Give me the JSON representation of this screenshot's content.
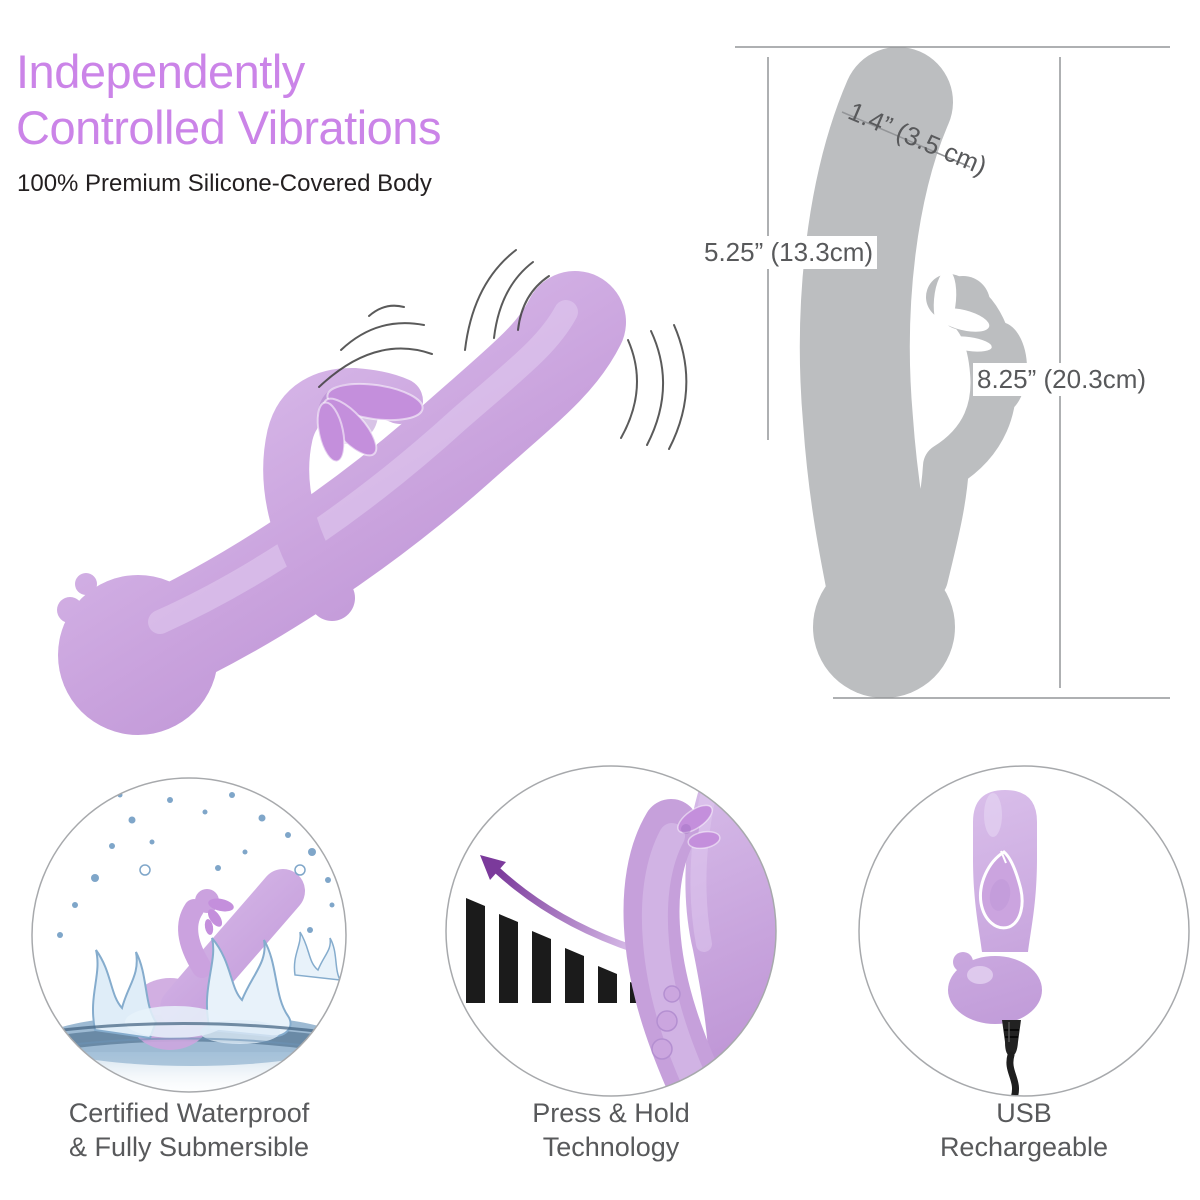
{
  "header": {
    "title_line1": "Independently",
    "title_line2": "Controlled Vibrations",
    "subtitle": "100% Premium Silicone-Covered Body"
  },
  "size_diagram": {
    "tip_width_label": "1.4” (3.5 cm)",
    "insertable_length_label": "5.25” (13.3cm)",
    "total_length_label": "8.25” (20.3cm)"
  },
  "features": [
    {
      "icon": "waterproof-splash-illustration",
      "caption_line1": "Certified Waterproof",
      "caption_line2": "& Fully Submersible"
    },
    {
      "icon": "intensity-bars-arrow-illustration",
      "caption_line1": "Press & Hold",
      "caption_line2": "Technology"
    },
    {
      "icon": "usb-cable-illustration",
      "caption_line1": "USB",
      "caption_line2": "Rechargeable"
    }
  ],
  "colors": {
    "title": "#CB84E8",
    "subtitle": "#231F20",
    "dimtext": "#58595B",
    "caption": "#58595B",
    "product_purple": "#C9A2DD",
    "silhouette_gray": "#BCBEC0",
    "dimension_line": "#939598",
    "bars_black": "#1B1B1B",
    "arrow_dark_purple": "#7B3A9B",
    "water_blue": "#8FB9DC"
  }
}
